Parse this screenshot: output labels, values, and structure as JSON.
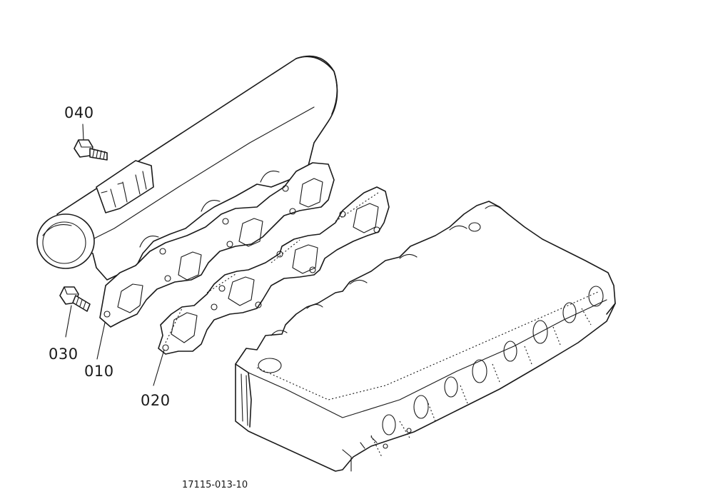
{
  "diagram": {
    "callouts": {
      "bolt_top": "040",
      "bolt_bottom": "030",
      "manifold": "010",
      "gasket": "020"
    },
    "reference": "17115-013-10"
  },
  "colors": {
    "ink": "#1a1a1a",
    "background": "#ffffff"
  }
}
